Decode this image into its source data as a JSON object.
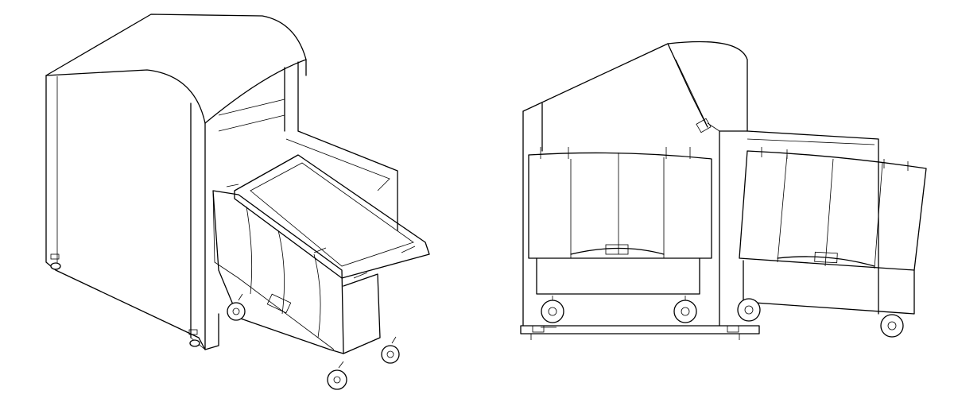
{
  "colors": {
    "line": "#000000",
    "background": "#ffffff"
  },
  "figures": [
    {
      "view": "perspective",
      "drawer": "open"
    },
    {
      "view": "side",
      "drawer": "open"
    }
  ]
}
